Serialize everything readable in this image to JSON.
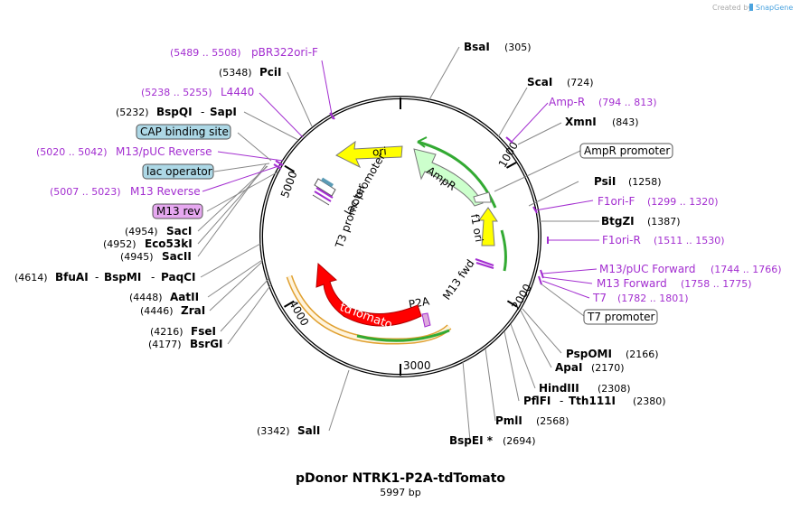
{
  "credit": {
    "prefix": "Created by",
    "brand": "SnapGene"
  },
  "title": "pDonor NTRK1-P2A-tdTomato",
  "length_label": "5997 bp",
  "ticks": {
    "t1000": "1000",
    "t2000": "2000",
    "t3000": "3000",
    "t4000": "4000",
    "t5000": "5000"
  },
  "features": {
    "ori": "ori",
    "ampr": "AmpR",
    "f1ori": "f1 ori",
    "m13fwd": "M13 fwd",
    "p2a": "P2A",
    "tdtomato": "tdTomato",
    "lacpromoter": "lac promoter",
    "t3promoter": "T3 promoter"
  },
  "colors": {
    "ori": "#ffff00",
    "ampr": "#ccffcc",
    "f1ori": "#ffff00",
    "tdtomato": "#ff0000",
    "primer": "#a32ed0",
    "orf_arc": "#33aa33",
    "orf_outline": "#e0a030"
  },
  "boxed": {
    "cap": "CAP binding site",
    "lacop": "lac operator",
    "m13rev": "M13 rev",
    "ampr_promoter": "AmpR promoter",
    "t7_promoter": "T7 promoter"
  },
  "sites": {
    "bsai": {
      "name": "BsaI",
      "pos": "(305)"
    },
    "scai": {
      "name": "ScaI",
      "pos": "(724)"
    },
    "xmni": {
      "name": "XmnI",
      "pos": "(843)"
    },
    "psii": {
      "name": "PsiI",
      "pos": "(1258)"
    },
    "btgzi": {
      "name": "BtgZI",
      "pos": "(1387)"
    },
    "pspomi": {
      "name": "PspOMI",
      "pos": "(2166)"
    },
    "apai": {
      "name": "ApaI",
      "pos": "(2170)"
    },
    "hindiii": {
      "name": "HindIII",
      "pos": "(2308)"
    },
    "pflfi": {
      "name": "PflFI",
      "sep": "-",
      "name2": "Tth111I",
      "pos": "(2380)"
    },
    "pmli": {
      "name": "PmlI",
      "pos": "(2568)"
    },
    "bspei": {
      "name": "BspEI *",
      "pos": "(2694)"
    },
    "sali": {
      "name": "SalI",
      "pos": "(3342)"
    },
    "bsrgi": {
      "name": "BsrGI",
      "pos": "(4177)"
    },
    "fsei": {
      "name": "FseI",
      "pos": "(4216)"
    },
    "zrai": {
      "name": "ZraI",
      "pos": "(4446)"
    },
    "aatii": {
      "name": "AatII",
      "pos": "(4448)"
    },
    "bfuai": {
      "name": "BfuAI",
      "sep1": "-",
      "name2": "BspMI",
      "sep2": "-",
      "name3": "PaqCI",
      "pos": "(4614)"
    },
    "sacii": {
      "name": "SacII",
      "pos": "(4945)"
    },
    "eco53ki": {
      "name": "Eco53kI",
      "pos": "(4952)"
    },
    "saci": {
      "name": "SacI",
      "pos": "(4954)"
    },
    "bspqi": {
      "name": "BspQI",
      "sep": "-",
      "name2": "SapI",
      "pos": "(5232)"
    },
    "pcii": {
      "name": "PciI",
      "pos": "(5348)"
    }
  },
  "primers": {
    "pbr322": {
      "name": "pBR322ori-F",
      "pos": "(5489 .. 5508)"
    },
    "l4440": {
      "name": "L4440",
      "pos": "(5238 .. 5255)"
    },
    "m13puc_rev": {
      "name": "M13/pUC Reverse",
      "pos": "(5020 .. 5042)"
    },
    "m13rev": {
      "name": "M13 Reverse",
      "pos": "(5007 .. 5023)"
    },
    "ampr": {
      "name": "Amp-R",
      "pos": "(794 .. 813)"
    },
    "f1ori_f": {
      "name": "F1ori-F",
      "pos": "(1299 .. 1320)"
    },
    "f1ori_r": {
      "name": "F1ori-R",
      "pos": "(1511 .. 1530)"
    },
    "m13puc_fwd": {
      "name": "M13/pUC Forward",
      "pos": "(1744 .. 1766)"
    },
    "m13fwd": {
      "name": "M13 Forward",
      "pos": "(1758 .. 1775)"
    },
    "t7": {
      "name": "T7",
      "pos": "(1782 .. 1801)"
    }
  }
}
